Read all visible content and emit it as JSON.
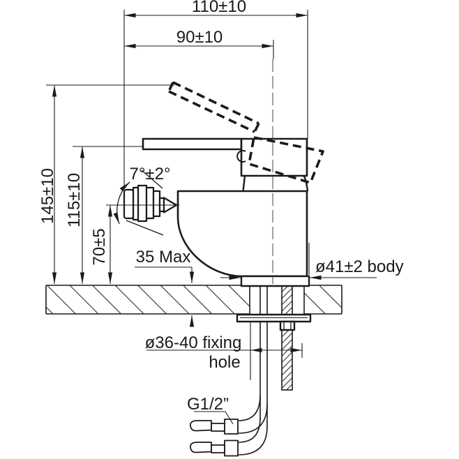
{
  "drawing": {
    "type": "technical-dimension-drawing",
    "subject": "single-lever bidet mixer faucet, side elevation with installation dimensions",
    "labels": {
      "overall_depth": "110±10",
      "spout_reach": "90±10",
      "height_open": "145±10",
      "lever_height": "115±10",
      "spout_height": "70±5",
      "spray_angle": "7°±2°",
      "max_deck": "35 Max",
      "body_dia": "ø41±2 body",
      "fixing_line1": "ø36-40 fixing",
      "fixing_line2": "hole",
      "thread": "G1/2”"
    },
    "colors": {
      "ink": "#1a1a1a",
      "background": "#ffffff",
      "centerline": "#555555"
    }
  }
}
